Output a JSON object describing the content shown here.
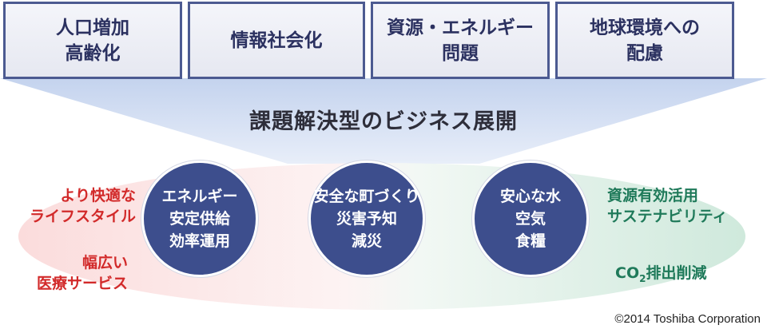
{
  "top_boxes": [
    {
      "line1": "人口増加",
      "line2": "高齢化"
    },
    {
      "line1": "情報社会化",
      "line2": ""
    },
    {
      "line1": "資源・エネルギー",
      "line2": "問題"
    },
    {
      "line1": "地球環境への",
      "line2": "配慮"
    }
  ],
  "banner": "課題解決型のビジネス展開",
  "circles": [
    {
      "line1": "エネルギー",
      "line2": "安定供給",
      "line3": "効率運用"
    },
    {
      "line1": "安全な町づくり",
      "line2": "災害予知",
      "line3": "減災"
    },
    {
      "line1": "安心な水",
      "line2": "空気",
      "line3": "食糧"
    }
  ],
  "left_labels": [
    {
      "line1": "より快適な",
      "line2": "ライフスタイル"
    },
    {
      "line1": "幅広い",
      "line2": "医療サービス"
    }
  ],
  "right_labels": [
    {
      "line1": "資源有効活用",
      "line2": "サステナビリティ"
    },
    {
      "co2_prefix": "CO",
      "co2_sub": "2",
      "co2_suffix": "排出削減"
    }
  ],
  "copyright": "©2014 Toshiba Corporation",
  "colors": {
    "box_border": "#4c5a91",
    "circle_fill": "#3d4e8d",
    "left_text": "#d22a2a",
    "right_text": "#1f7a5a",
    "funnel": "#c9d6ee"
  }
}
